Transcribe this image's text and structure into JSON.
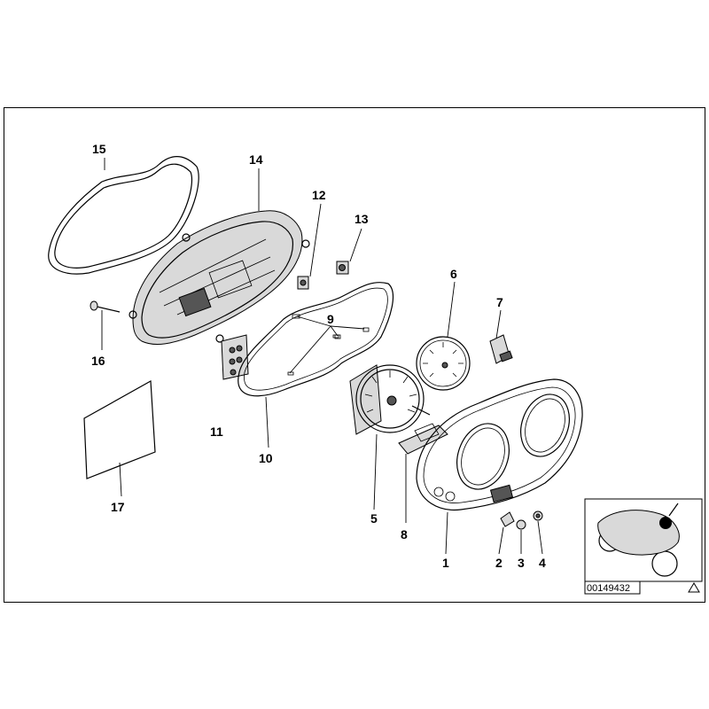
{
  "diagram_code": "00149432",
  "labels": [
    {
      "id": "1",
      "text": "1"
    },
    {
      "id": "2",
      "text": "2"
    },
    {
      "id": "3",
      "text": "3"
    },
    {
      "id": "4",
      "text": "4"
    },
    {
      "id": "5",
      "text": "5"
    },
    {
      "id": "6",
      "text": "6"
    },
    {
      "id": "7",
      "text": "7"
    },
    {
      "id": "8",
      "text": "8"
    },
    {
      "id": "9",
      "text": "9"
    },
    {
      "id": "10",
      "text": "10"
    },
    {
      "id": "11",
      "text": "11"
    },
    {
      "id": "12",
      "text": "12"
    },
    {
      "id": "13",
      "text": "13"
    },
    {
      "id": "14",
      "text": "14"
    },
    {
      "id": "15",
      "text": "15"
    },
    {
      "id": "16",
      "text": "16"
    },
    {
      "id": "17",
      "text": "17"
    }
  ],
  "colors": {
    "line": "#000000",
    "fill_light": "#d9d9d9",
    "fill_dark": "#555555",
    "background": "#ffffff"
  }
}
